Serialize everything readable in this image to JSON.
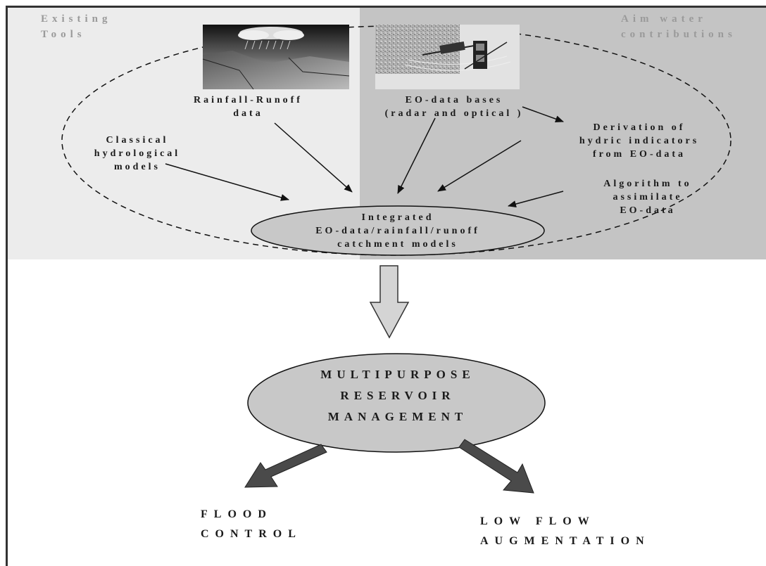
{
  "corners": {
    "existing_tools": "Existing\nTools",
    "aimwater": "Aim water\ncontributions"
  },
  "inputs": {
    "rainfall_runoff": "Rainfall-Runoff\ndata",
    "eo_databases": "EO-data bases\n(radar and optical )",
    "classical_models": "Classical\nhydrological\nmodels",
    "hydric_indicators": "Derivation of\nhydric indicators\nfrom EO-data",
    "assimilation": "Algorithm to\nassimilate\nEO-data"
  },
  "integrated": "Integrated\nEO-data/rainfall/runoff\ncatchment models",
  "reservoir": "MULTIPURPOSE\nRESERVOIR\nMANAGEMENT",
  "outputs": {
    "flood": "FLOOD\nCONTROL",
    "low_flow": "LOW FLOW\nAUGMENTATION"
  },
  "colors": {
    "left_panel": "#ececec",
    "right_panel": "#c4c4c4",
    "node_fill": "#c8c8c8",
    "output_arrow": "#4a4a4a"
  }
}
